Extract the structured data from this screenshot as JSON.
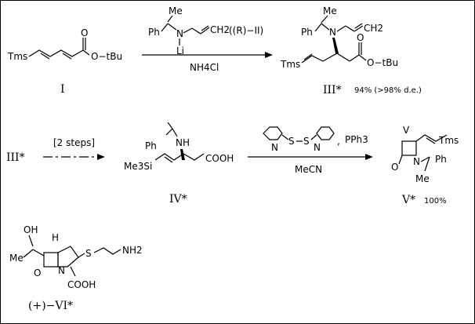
{
  "frame_border_color": "#000000",
  "reagents": {
    "step1_amide_me": "Me",
    "step1_amide_ph": "Ph",
    "step1_amide_n": "N",
    "step1_amide_li": "Li",
    "step1_amide_ch2": "CH2",
    "step1_amide_tag": "((R)−II)",
    "step1_quench": "NH4Cl",
    "step2_label": "[2 steps]",
    "step3_oxidant": "PPh3",
    "step3_oxidant_comma": ",",
    "step3_disulfide_s": "S",
    "step3_disulfide_n": "N",
    "step3_solvent": "MeCN"
  },
  "compounds": {
    "I": {
      "id": "I",
      "tms": "Tms",
      "ester": "O−tBu",
      "o": "O"
    },
    "III": {
      "id": "III*",
      "yield": "94% (>98% d.e.)",
      "me": "Me",
      "ph": "Ph",
      "n": "N",
      "ch2": "CH2",
      "tms": "Tms",
      "ester": "O−tBu",
      "o": "O"
    },
    "III_ref": {
      "id": "III*"
    },
    "IV": {
      "id": "IV*",
      "ph": "Ph",
      "nh": "NH",
      "si": "Me3Si",
      "acid": "COOH"
    },
    "V": {
      "id": "V*",
      "yield": "100%",
      "tms": "Tms",
      "o": "O",
      "n": "N",
      "ph": "Ph",
      "me": "Me"
    },
    "VI": {
      "id": "(+)−VI*",
      "oh": "OH",
      "me": "Me",
      "h": "H",
      "s": "S",
      "nh2": "NH2",
      "o": "O",
      "n": "N",
      "acid": "COOH"
    }
  }
}
